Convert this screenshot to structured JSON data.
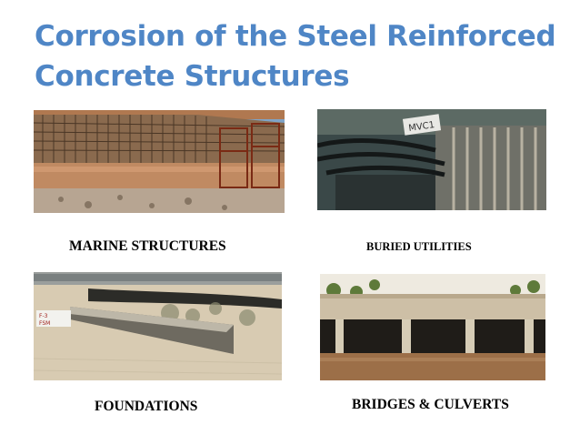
{
  "slide": {
    "title_line1": "Corrosion of the Steel Reinforced",
    "title_line2": "Concrete Structures"
  },
  "panels": [
    {
      "caption": "MARINE STRUCTURES",
      "image": "marine-structure-photo"
    },
    {
      "caption": "BURIED UTILITIES",
      "image": "buried-pipe-photo",
      "sign_text": "MVC1"
    },
    {
      "caption": "FOUNDATIONS",
      "image": "foundation-photo",
      "sign_text": "F-3 FSM"
    },
    {
      "caption": "BRIDGES & CULVERTS",
      "image": "culvert-bridge-photo"
    }
  ],
  "colors": {
    "title": "#4f86c6",
    "caption": "#000000",
    "background": "#ffffff"
  }
}
